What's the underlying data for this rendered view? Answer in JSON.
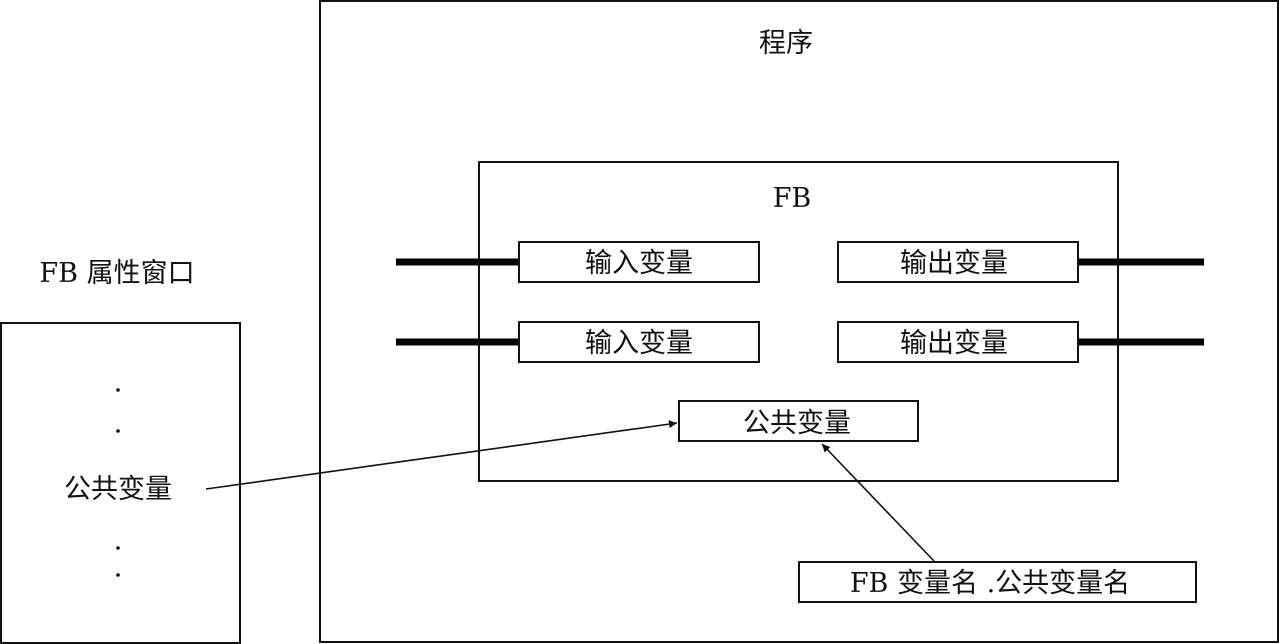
{
  "diagram": {
    "program_label": "程序",
    "fb_label": "FB",
    "properties_window_label": "FB 属性窗口",
    "properties_public_variable": "公共变量",
    "inputs": [
      "输入变量",
      "输入变量"
    ],
    "outputs": [
      "输出变量",
      "输出变量"
    ],
    "public_variable": "公共变量",
    "access_syntax": "FB 变量名 .公共变量名"
  }
}
